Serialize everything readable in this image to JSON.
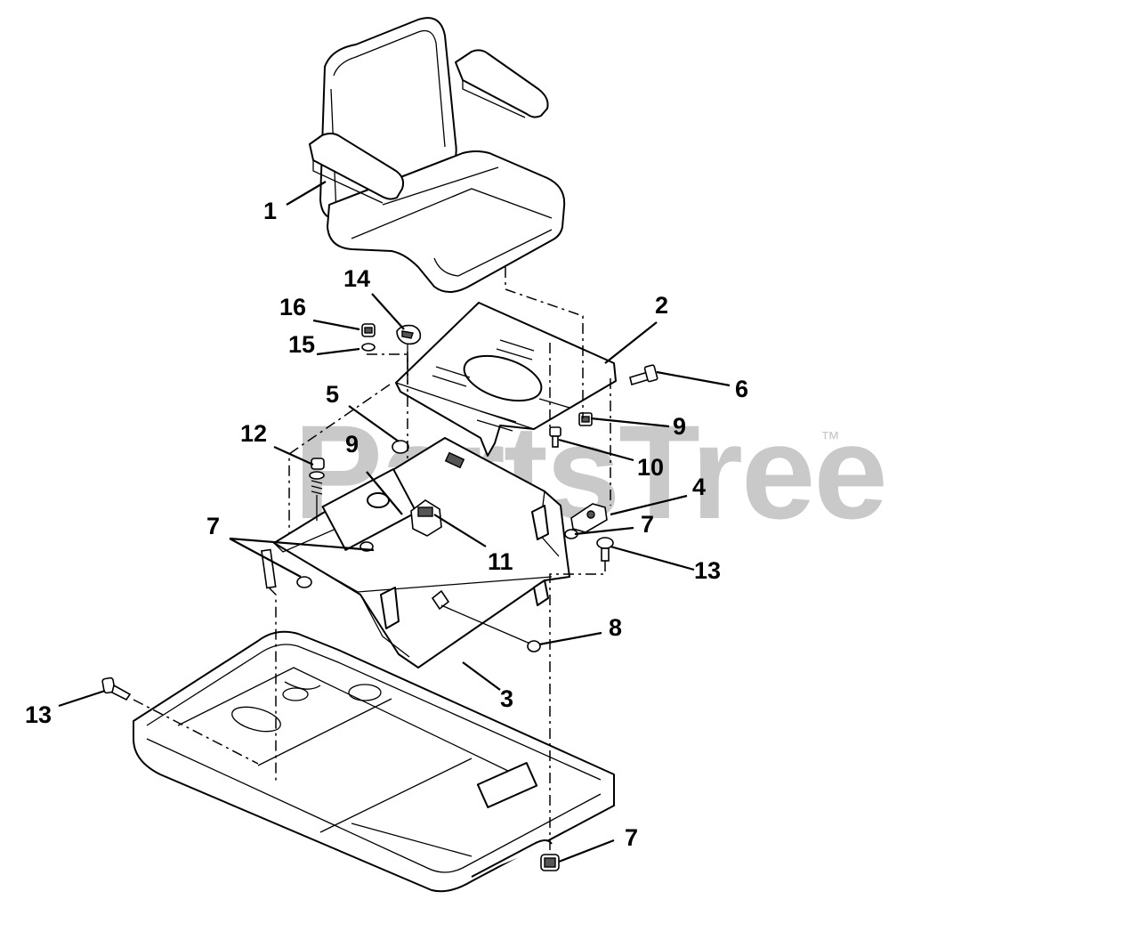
{
  "watermark": {
    "brand": "PartsTree",
    "mark": "™"
  },
  "callouts": [
    {
      "id": "c1",
      "label": "1"
    },
    {
      "id": "c2",
      "label": "2"
    },
    {
      "id": "c3",
      "label": "3"
    },
    {
      "id": "c4",
      "label": "4"
    },
    {
      "id": "c5",
      "label": "5"
    },
    {
      "id": "c6",
      "label": "6"
    },
    {
      "id": "c7a",
      "label": "7"
    },
    {
      "id": "c7b",
      "label": "7"
    },
    {
      "id": "c7c",
      "label": "7"
    },
    {
      "id": "c8",
      "label": "8"
    },
    {
      "id": "c9a",
      "label": "9"
    },
    {
      "id": "c9b",
      "label": "9"
    },
    {
      "id": "c10",
      "label": "10"
    },
    {
      "id": "c11",
      "label": "11"
    },
    {
      "id": "c12",
      "label": "12"
    },
    {
      "id": "c13a",
      "label": "13"
    },
    {
      "id": "c13b",
      "label": "13"
    },
    {
      "id": "c14",
      "label": "14"
    },
    {
      "id": "c15",
      "label": "15"
    },
    {
      "id": "c16",
      "label": "16"
    }
  ]
}
